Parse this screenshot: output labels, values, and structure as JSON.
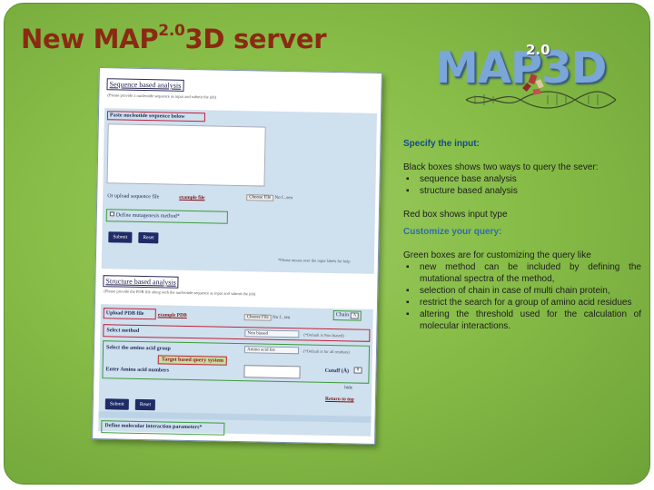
{
  "slide": {
    "title_main": "New MAP",
    "title_sup": "2.0",
    "title_tail": "3D server"
  },
  "logo": {
    "text": "MAP3D",
    "sup": "2.0"
  },
  "form": {
    "seq_header": "Sequence based analysis",
    "seq_note": "(Please provide a nucleotide sequence as input and submit the job)",
    "paste_label": "Paste nucleotide sequence below",
    "upload_seq_label": "Or upload sequence file",
    "example_file_label": "example file",
    "choose_file": "Choose File",
    "no_file": "No f...sen",
    "mutagenesis_label": "Define mutagenesis method*",
    "submit": "Submit",
    "reset": "Reset",
    "mouse_note": "*Please mouse over the input labels for help",
    "struct_header": "Structure based analysis",
    "struct_note": "(Please provide the PDB file along with the nucleotide sequence as input and submit the job)",
    "upload_pdb_label": "Upload PDB file",
    "example_pdb_label": "example PDB",
    "chain_label": "Chain",
    "chain_value": "A",
    "select_method_label": "Select method",
    "method_value": "Non biased",
    "method_default": "(*Default is Non biased)",
    "amino_group_label": "Select the amino acid group",
    "amino_group_value": "Amino acid list",
    "amino_default": "(*Default is for all residues)",
    "target_label": "Target based query system",
    "amino_numbers_label": "Enter Amino acid numbers",
    "cutoff_label": "Cutoff (Å)",
    "cutoff_value": "8",
    "hide": "hide",
    "return_top": "Return to top",
    "molint_label": "Define molecular interaction parameters*"
  },
  "desc": {
    "specify_heading": "Specify the input:",
    "black_intro": "Black boxes shows two ways to query the sever:",
    "black_items": [
      "sequence base analysis",
      "structure based analysis"
    ],
    "red_text": "Red box shows input type",
    "customize_heading": "Customize your query:",
    "green_intro": "Green boxes are for customizing the query like",
    "green_items": [
      "new method can be included by defining the mutational spectra of the method,",
      "selection of chain in case of multi   chain protein,",
      "restrict the search for a group of amino acid residues",
      "altering the threshold used for the calculation of molecular interactions."
    ]
  },
  "colors": {
    "background_green": "#88bd48",
    "title_red": "#8b2a12",
    "heading_blue": "#124c86",
    "box_black": "#2b2b5e",
    "box_red": "#c3213a",
    "box_green": "#3c9a3c"
  }
}
